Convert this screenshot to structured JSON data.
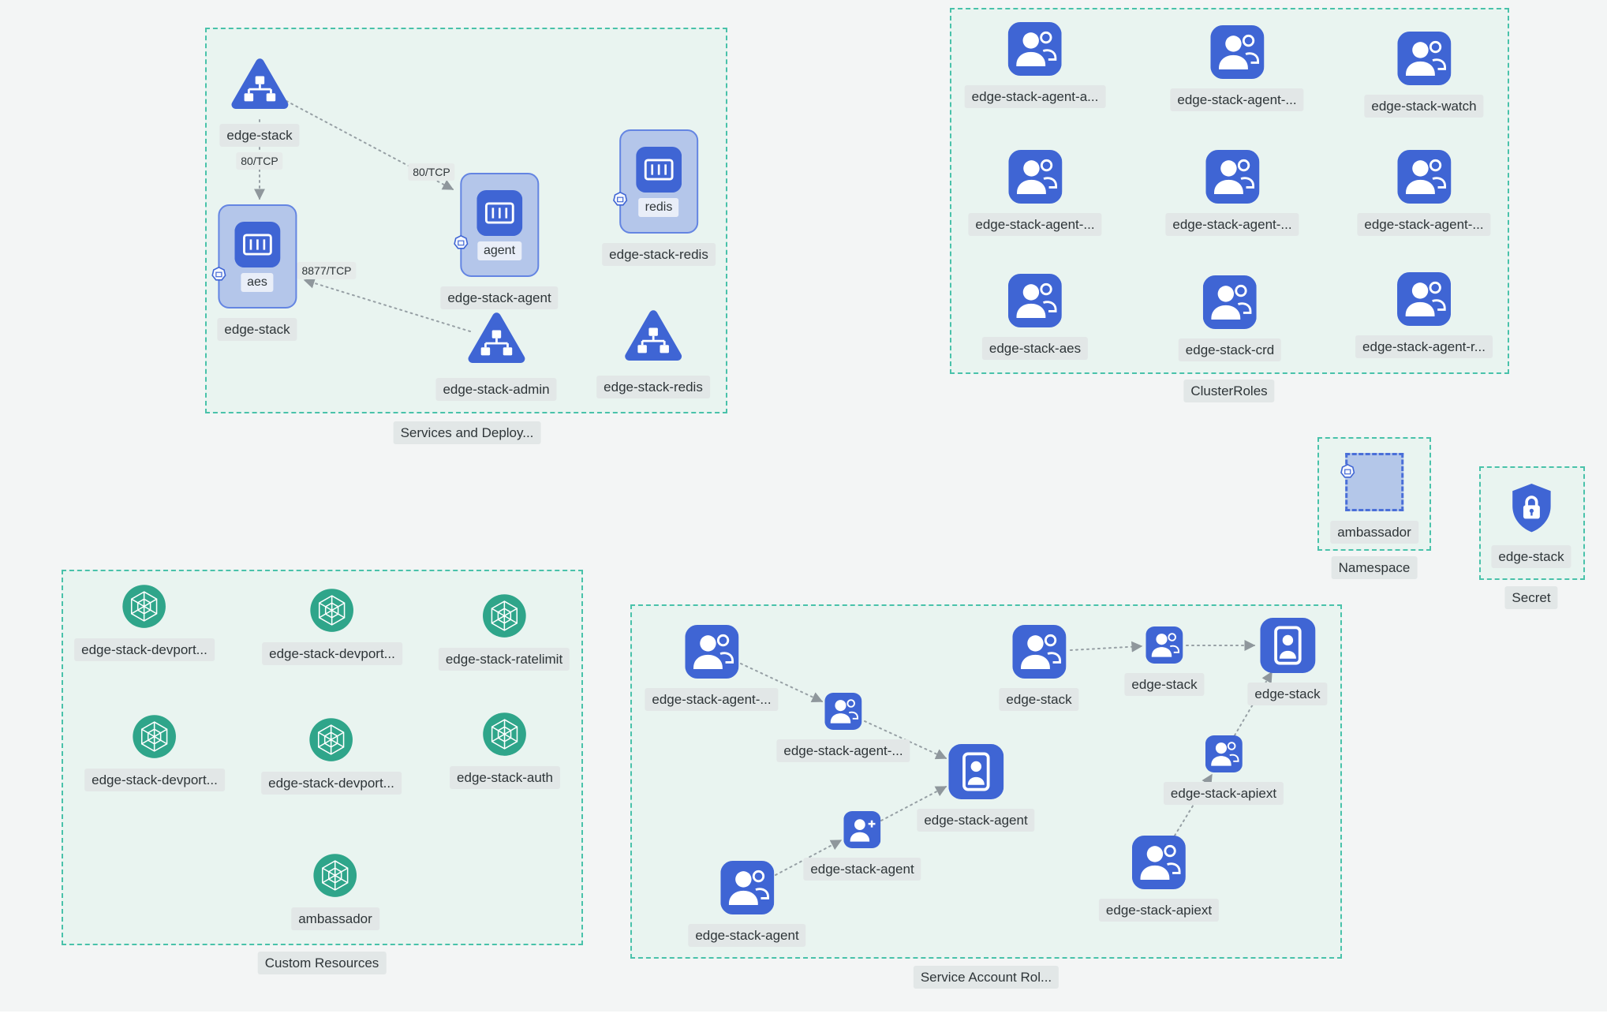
{
  "colors": {
    "node_blue": "#3f65d4",
    "resource_green": "#2fa58a",
    "group_border_teal": "#49c2aa",
    "group_bg": "#e9f4f0",
    "canvas_bg": "#f3f5f5",
    "chip_bg": "#e2e7e7"
  },
  "groups": {
    "services": {
      "label": "Services and Deploy...",
      "service_top": "edge-stack",
      "deploy_aes": {
        "inner": "aes",
        "label": "edge-stack"
      },
      "deploy_agent": {
        "inner": "agent",
        "label": "edge-stack-agent"
      },
      "deploy_redis": {
        "inner": "redis",
        "label": "edge-stack-redis"
      },
      "service_admin": "edge-stack-admin",
      "service_redis": "edge-stack-redis",
      "edge_labels": {
        "svc_to_aes": "80/TCP",
        "svc_to_agent": "80/TCP",
        "admin_to_aes": "8877/TCP"
      }
    },
    "cluster_roles": {
      "label": "ClusterRoles",
      "items": [
        "edge-stack-agent-a...",
        "edge-stack-agent-...",
        "edge-stack-watch",
        "edge-stack-agent-...",
        "edge-stack-agent-...",
        "edge-stack-agent-...",
        "edge-stack-aes",
        "edge-stack-crd",
        "edge-stack-agent-r..."
      ]
    },
    "namespace": {
      "label": "Namespace",
      "item": "ambassador"
    },
    "secret": {
      "label": "Secret",
      "item": "edge-stack"
    },
    "custom_resources": {
      "label": "Custom Resources",
      "items": [
        "edge-stack-devport...",
        "edge-stack-devport...",
        "edge-stack-ratelimit",
        "edge-stack-devport...",
        "edge-stack-devport...",
        "edge-stack-auth",
        "ambassador"
      ]
    },
    "service_accounts": {
      "label": "Service Account Rol...",
      "sa_agent_top": "edge-stack-agent-...",
      "rb_agent_top": "edge-stack-agent-...",
      "rb_target_agent": "edge-stack-agent",
      "sa_edge_stack": "edge-stack",
      "rb_edge_stack": "edge-stack",
      "rb_target_edge_stack": "edge-stack",
      "rb_agent_bottom": "edge-stack-agent",
      "sa_agent_bottom": "edge-stack-agent",
      "rb_apiext": "edge-stack-apiext",
      "sa_apiext": "edge-stack-apiext"
    }
  }
}
